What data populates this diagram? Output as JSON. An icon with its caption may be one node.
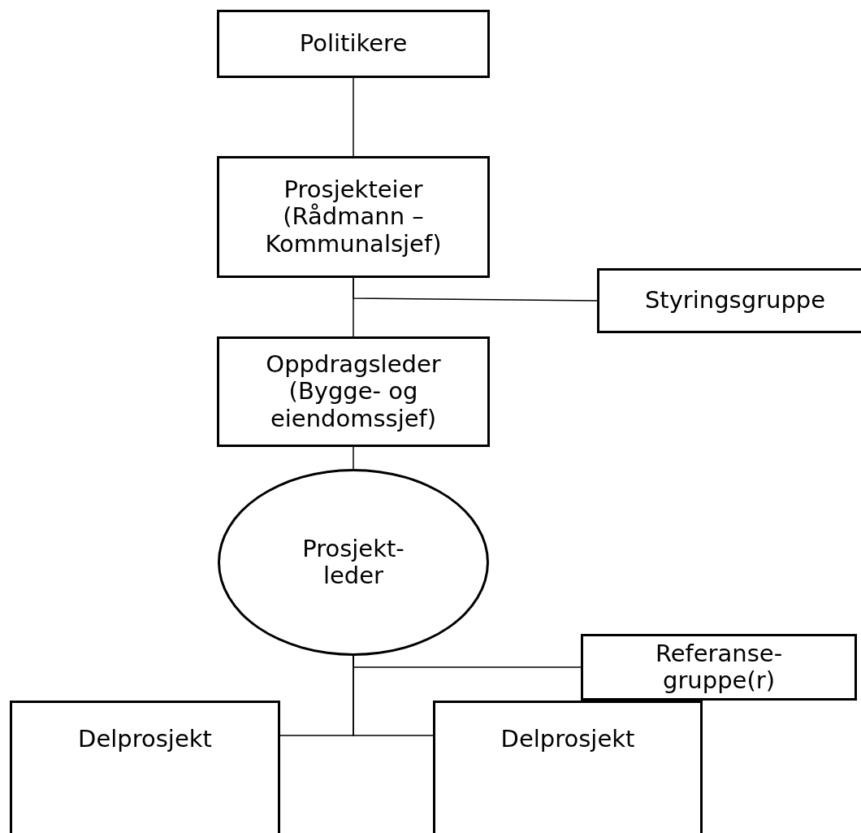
{
  "diagram": {
    "nodes": [
      {
        "text": [
          "Politikere"
        ]
      },
      {
        "text": [
          "Prosjekteier (Rådmann – Kommunalsjef)"
        ]
      },
      {
        "text": [
          "Styringsgruppe"
        ]
      },
      {
        "text": [
          "Oppdragsleder (Bygge- og eiendomssjef)"
        ]
      },
      {
        "text": [
          "Prosjekt- leder"
        ]
      },
      {
        "text": [
          "Referanse- gruppe(r)"
        ]
      },
      {
        "text": [
          "Delprosjekt"
        ]
      },
      {
        "text": [
          "Delprosjekt"
        ]
      }
    ],
    "edges": [
      {
        "from": 0,
        "to": 1,
        "arrow": "none"
      },
      {
        "from": 1,
        "to": 3,
        "arrow": "none"
      },
      {
        "from": 1,
        "to": 2,
        "arrow": "none"
      },
      {
        "from": 3,
        "to": 4,
        "arrow": "none"
      },
      {
        "from": 4,
        "to": 5,
        "arrow": "none"
      },
      {
        "from": 4,
        "to": 6,
        "arrow": "none"
      },
      {
        "from": 4,
        "to": 7,
        "arrow": "none"
      }
    ]
  }
}
